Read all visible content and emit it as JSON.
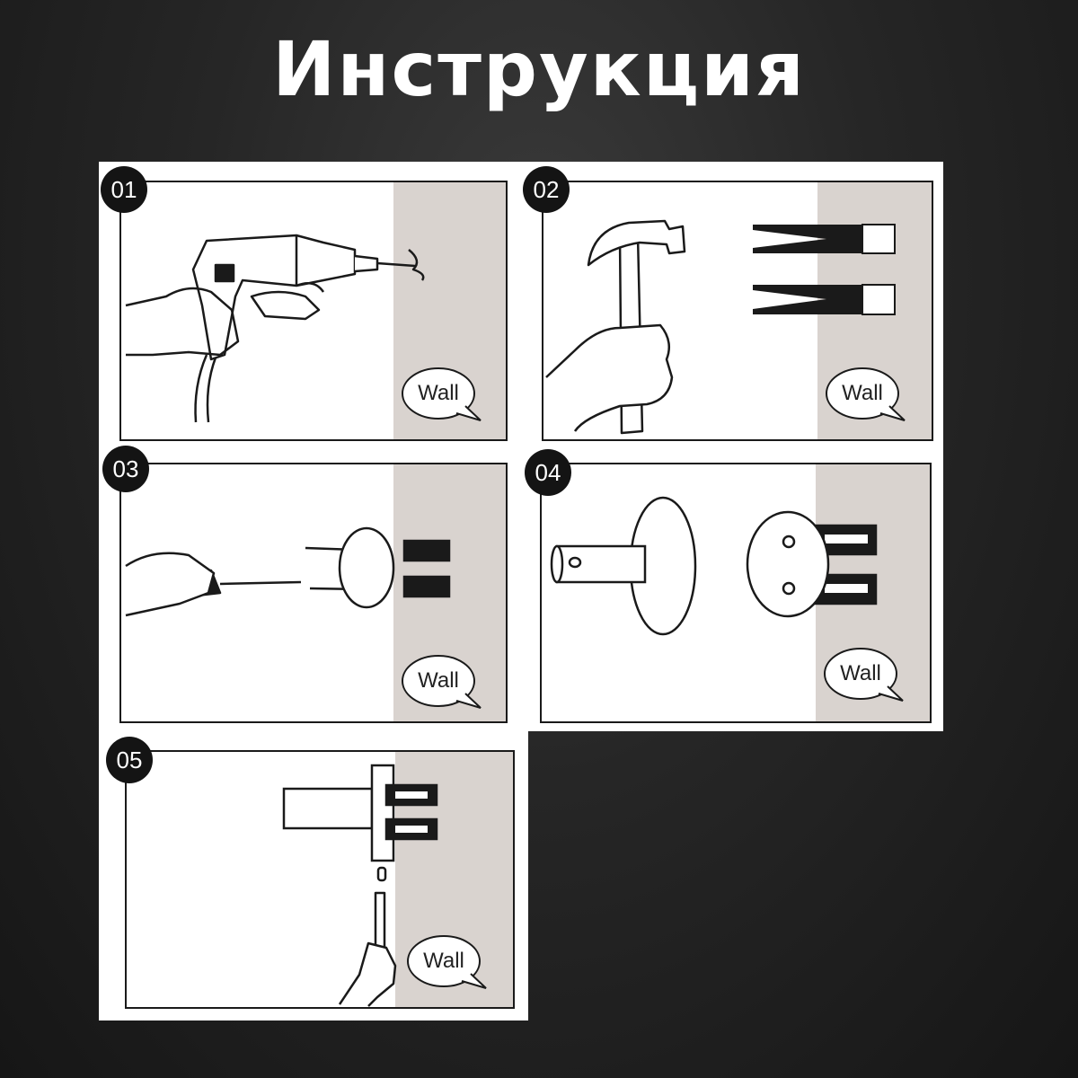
{
  "page": {
    "title": "Инструкция"
  },
  "colors": {
    "background": "#232323",
    "wall_fill": "#d9d3cf",
    "ink": "#1a1a1a",
    "paper": "#ffffff"
  },
  "steps": [
    {
      "number": "01",
      "wall_label": "Wall",
      "icon": "drill-icon"
    },
    {
      "number": "02",
      "wall_label": "Wall",
      "icon": "hammer-icon"
    },
    {
      "number": "03",
      "wall_label": "Wall",
      "icon": "screwdriver-icon"
    },
    {
      "number": "04",
      "wall_label": "Wall",
      "icon": "holder-icon"
    },
    {
      "number": "05",
      "wall_label": "Wall",
      "icon": "hex-key-icon"
    }
  ]
}
